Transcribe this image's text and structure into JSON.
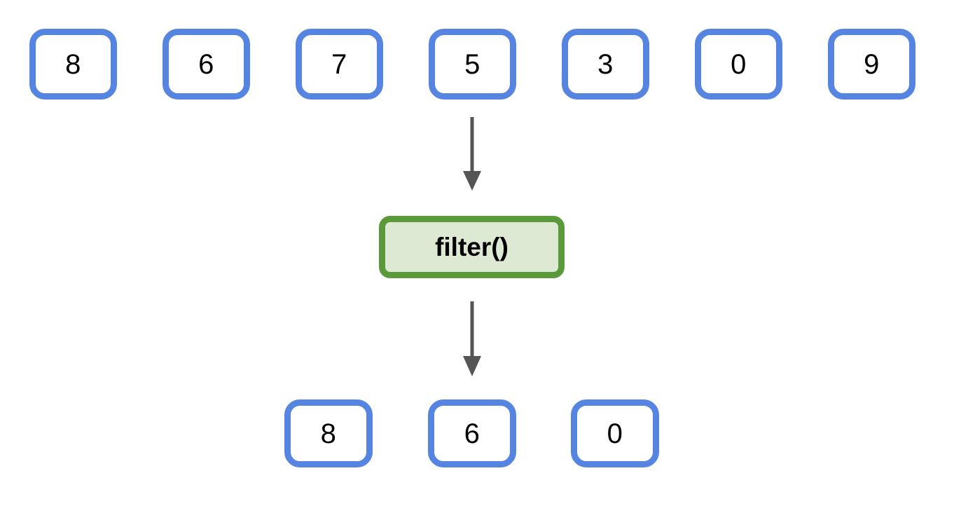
{
  "diagram": {
    "type": "data-flow",
    "title_visible": false,
    "background_color": "#ffffff",
    "colors": {
      "item_border": "#5585E0",
      "item_fill": "#ffffff",
      "item_text": "#000000",
      "operation_border": "#5A9A3A",
      "operation_fill": "#DDE9D2",
      "operation_text": "#000000",
      "arrow": "#555555"
    },
    "input_row": {
      "name": "input-array",
      "items": [
        {
          "value": "8"
        },
        {
          "value": "6"
        },
        {
          "value": "7"
        },
        {
          "value": "5"
        },
        {
          "value": "3"
        },
        {
          "value": "0"
        },
        {
          "value": "9"
        }
      ]
    },
    "operation": {
      "name": "filter-operation",
      "label": "filter()"
    },
    "output_row": {
      "name": "output-array",
      "items": [
        {
          "value": "8"
        },
        {
          "value": "6"
        },
        {
          "value": "0"
        }
      ]
    },
    "arrows": [
      {
        "name": "arrow-input-to-filter",
        "direction": "down"
      },
      {
        "name": "arrow-filter-to-output",
        "direction": "down"
      }
    ]
  }
}
